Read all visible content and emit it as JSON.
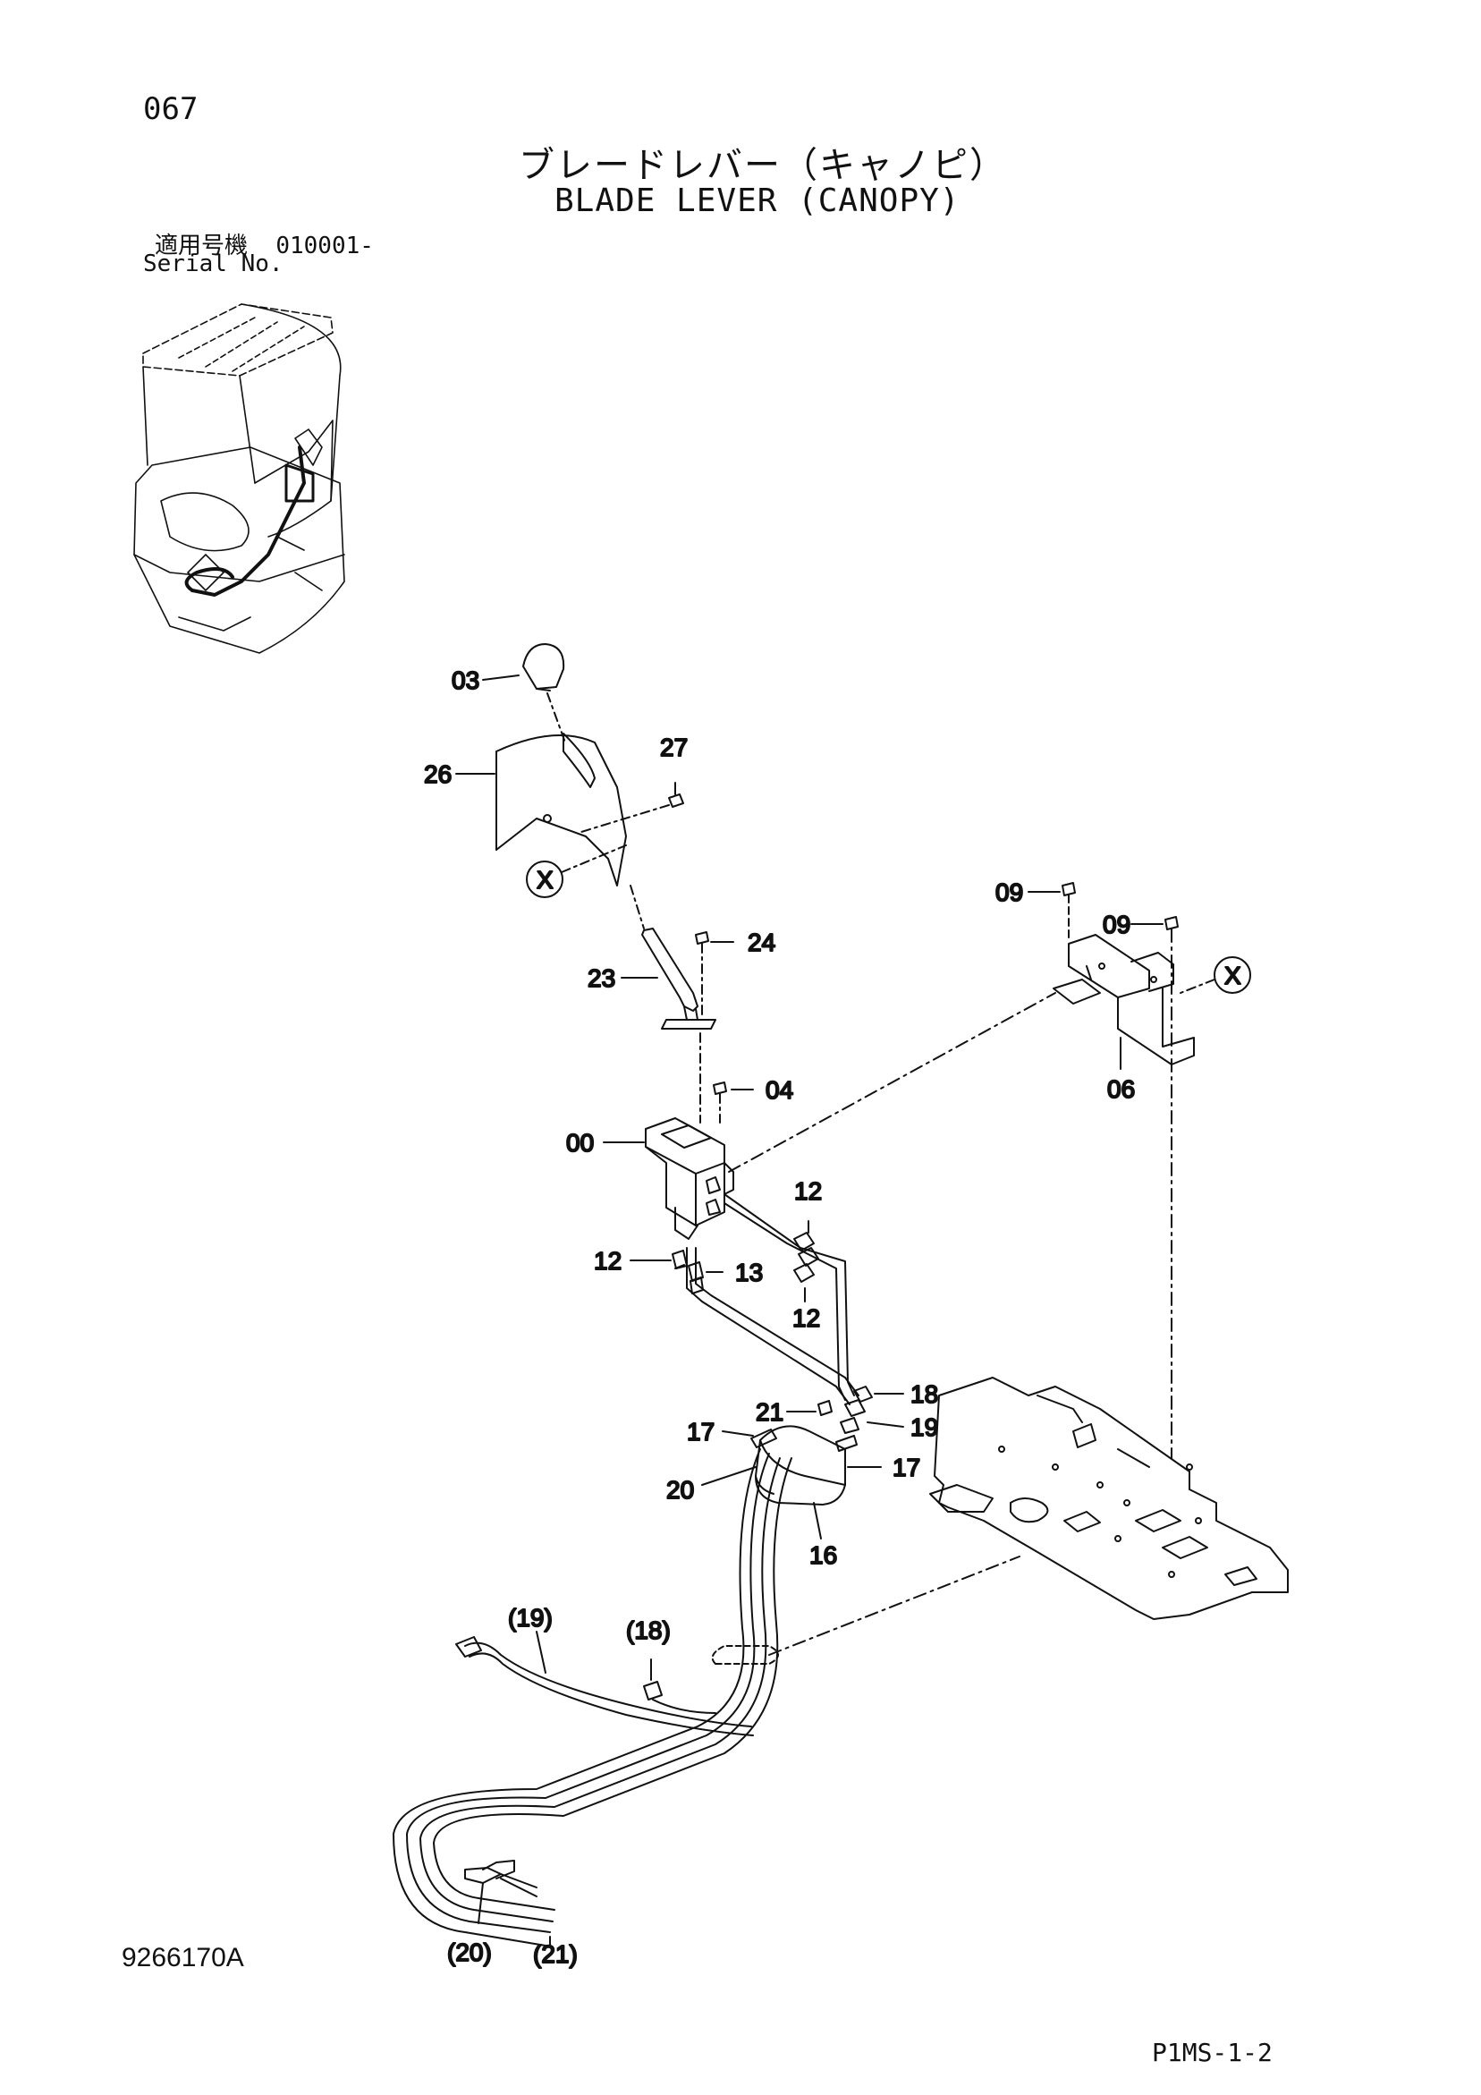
{
  "header": {
    "page_no": "067",
    "title_jp": "ブレードレバー（キャノピ）",
    "title_en": "BLADE LEVER (CANOPY)",
    "serial_label_jp": "適用号機",
    "serial_value": "010001-",
    "serial_label_en": "Serial No."
  },
  "footer": {
    "doc_no": "9266170A",
    "sheet_code": "P1MS-1-2"
  },
  "callouts": {
    "c03": "03",
    "c26": "26",
    "c27": "27",
    "x1": "X",
    "c24": "24",
    "c23": "23",
    "c04": "04",
    "c00": "00",
    "c09a": "09",
    "c09b": "09",
    "x2": "X",
    "c06": "06",
    "c12a": "12",
    "c12b": "12",
    "c12c": "12",
    "c13": "13",
    "c18": "18",
    "c19": "19",
    "c21": "21",
    "c17a": "17",
    "c17b": "17",
    "c20": "20",
    "c16": "16",
    "p19": "(19)",
    "p18": "(18)",
    "p20": "(20)",
    "p21": "(21)"
  }
}
